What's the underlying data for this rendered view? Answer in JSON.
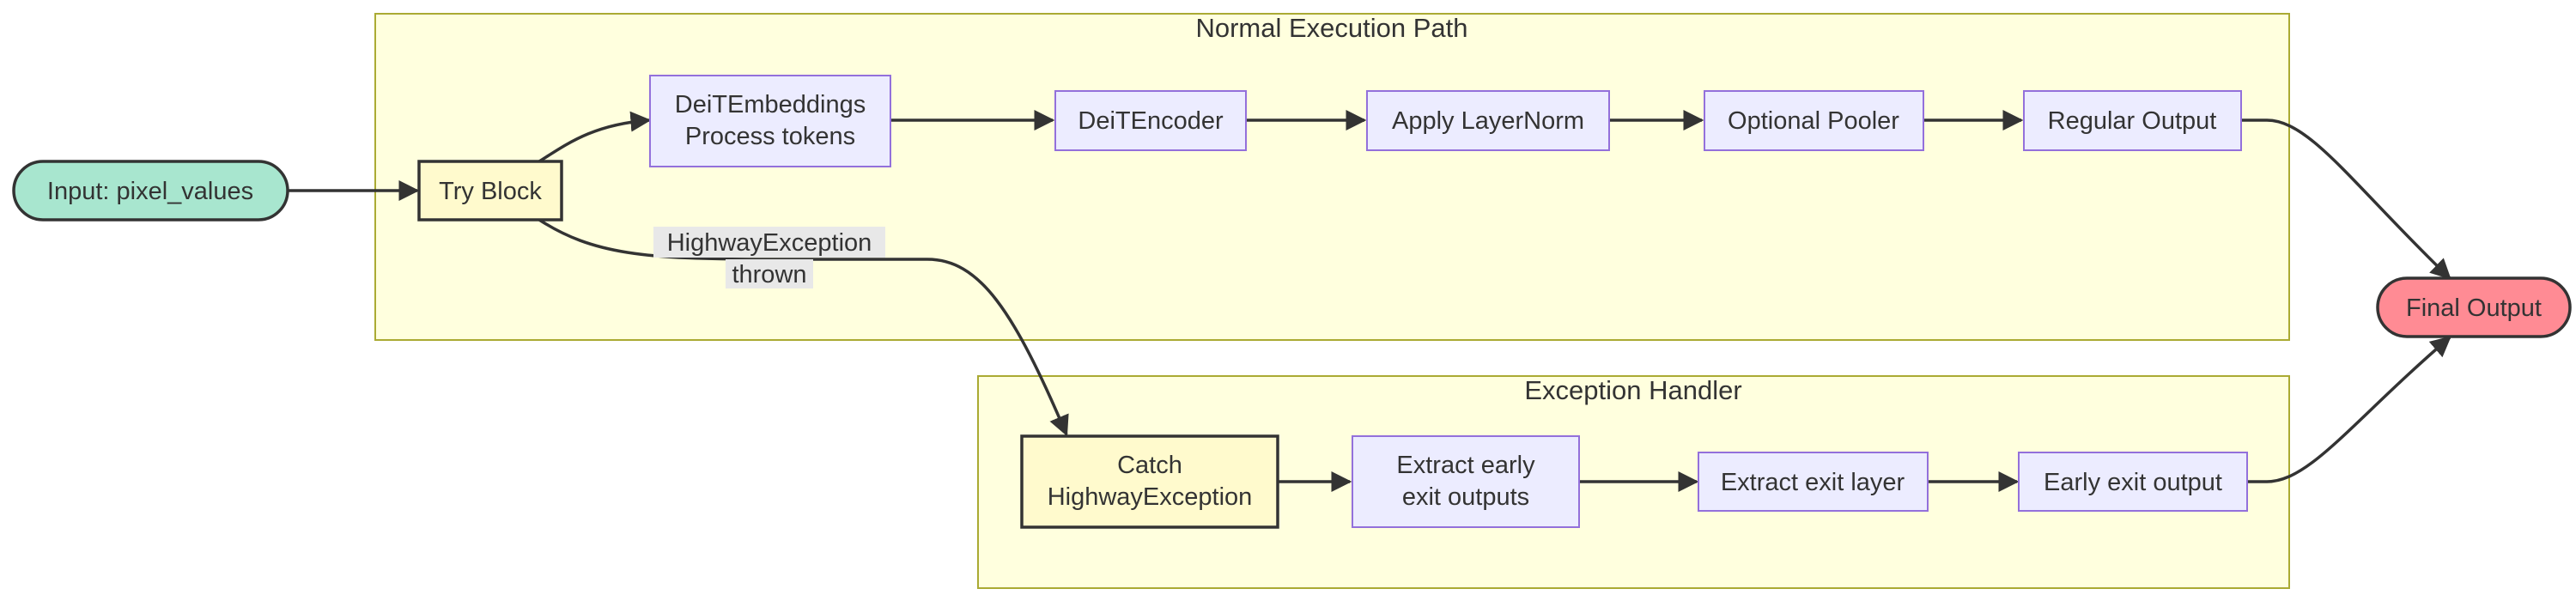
{
  "clusters": {
    "normal": {
      "title": "Normal Execution Path"
    },
    "handler": {
      "title": "Exception Handler"
    }
  },
  "nodes": {
    "input": {
      "label": "Input: pixel_values"
    },
    "try_block": {
      "label": "Try Block"
    },
    "embeddings": {
      "line1": "DeiTEmbeddings",
      "line2": "Process tokens"
    },
    "encoder": {
      "label": "DeiTEncoder"
    },
    "layernorm": {
      "label": "Apply LayerNorm"
    },
    "pooler": {
      "label": "Optional Pooler"
    },
    "regular_output": {
      "label": "Regular Output"
    },
    "catch": {
      "line1": "Catch",
      "line2": "HighwayException"
    },
    "extract_early": {
      "line1": "Extract early",
      "line2": "exit outputs"
    },
    "extract_layer": {
      "label": "Extract exit layer"
    },
    "early_exit_output": {
      "label": "Early exit output"
    },
    "final_output": {
      "label": "Final Output"
    }
  },
  "edge_labels": {
    "highway": {
      "line1": "HighwayException",
      "line2": "thrown"
    }
  },
  "colors": {
    "cluster_fill": "#ffffde",
    "cluster_stroke": "#aaaa33",
    "node_fill": "#ececff",
    "node_stroke": "#9370db",
    "start_fill": "#a8e6cf",
    "end_fill": "#ff8b94",
    "try_fill": "#fffacd",
    "edge_color": "#333333"
  }
}
